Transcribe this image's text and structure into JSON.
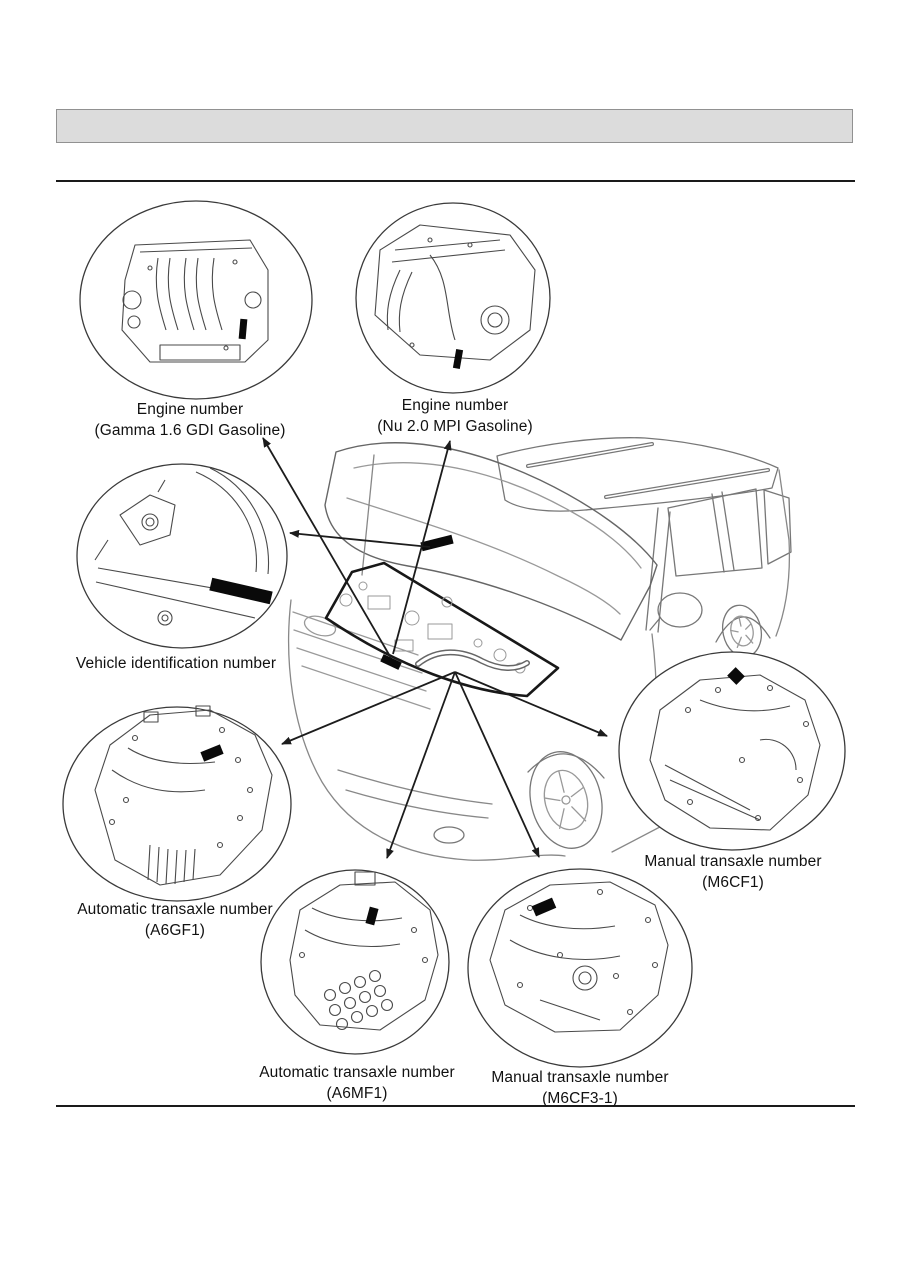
{
  "header_bar": {
    "text": ""
  },
  "callouts": [
    {
      "id": "engine-gamma",
      "line1": "Engine number",
      "line2": "(Gamma 1.6 GDI Gasoline)"
    },
    {
      "id": "engine-nu",
      "line1": "Engine number",
      "line2": "(Nu 2.0 MPI Gasoline)"
    },
    {
      "id": "vin",
      "line1": "Vehicle identification number",
      "line2": ""
    },
    {
      "id": "at-a6gf1",
      "line1": "Automatic transaxle number",
      "line2": "(A6GF1)"
    },
    {
      "id": "mt-m6cf1",
      "line1": "Manual transaxle number",
      "line2": "(M6CF1)"
    },
    {
      "id": "at-a6mf1",
      "line1": "Automatic transaxle number",
      "line2": "(A6MF1)"
    },
    {
      "id": "mt-m6cf3",
      "line1": "Manual transaxle number",
      "line2": "(M6CF3-1)"
    }
  ],
  "colors": {
    "header_bar_fill": "#dcdcdc",
    "header_bar_border": "#919191",
    "rule_line": "#1a1a1a",
    "arrow": "#1c1c1c",
    "marker_black": "#0a0a0a",
    "sketch_line": "#4a4a4a",
    "body_line": "#777777"
  }
}
